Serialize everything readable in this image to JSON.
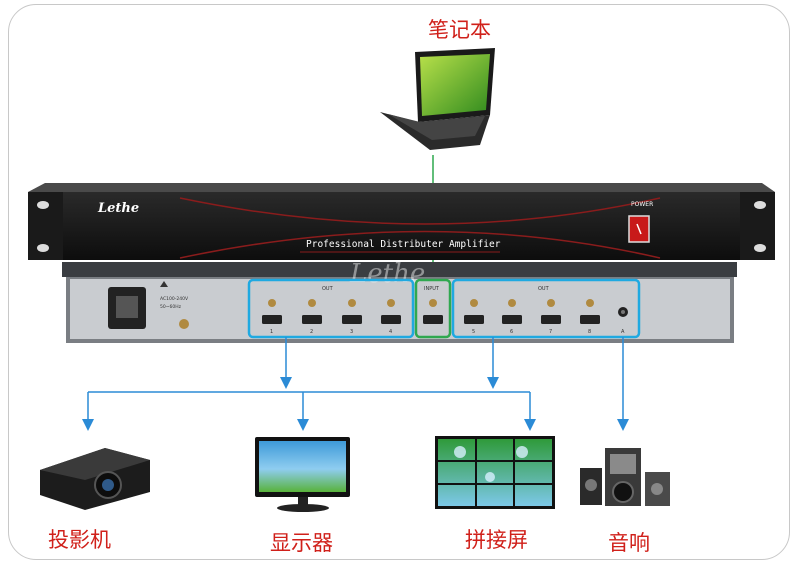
{
  "laptop": {
    "label": "笔记本"
  },
  "distributor": {
    "brand": "Lethe",
    "model_text": "Professional  Distributer  Amplifier",
    "power_label": "POWER",
    "watermark": "Lethe",
    "out_label_left": "OUT",
    "out_label_right": "OUT",
    "input_label": "INPUT",
    "left_port_numbers": [
      "1",
      "2",
      "3",
      "4"
    ],
    "right_port_numbers": [
      "5",
      "6",
      "7",
      "8"
    ],
    "audio_port_number": "A",
    "power_rating_text": "AC100-240V",
    "frequency_text": "50~60Hz"
  },
  "devices": [
    {
      "id": "projector",
      "label": "投影机"
    },
    {
      "id": "monitor",
      "label": "显示器"
    },
    {
      "id": "videowall",
      "label": "拼接屏"
    },
    {
      "id": "speakers",
      "label": "音响"
    }
  ],
  "colors": {
    "label_red": "#d0201a",
    "arrow_blue": "#2b8bd6",
    "input_green": "#2fa84f",
    "group_cyan": "#1fa9e1"
  }
}
